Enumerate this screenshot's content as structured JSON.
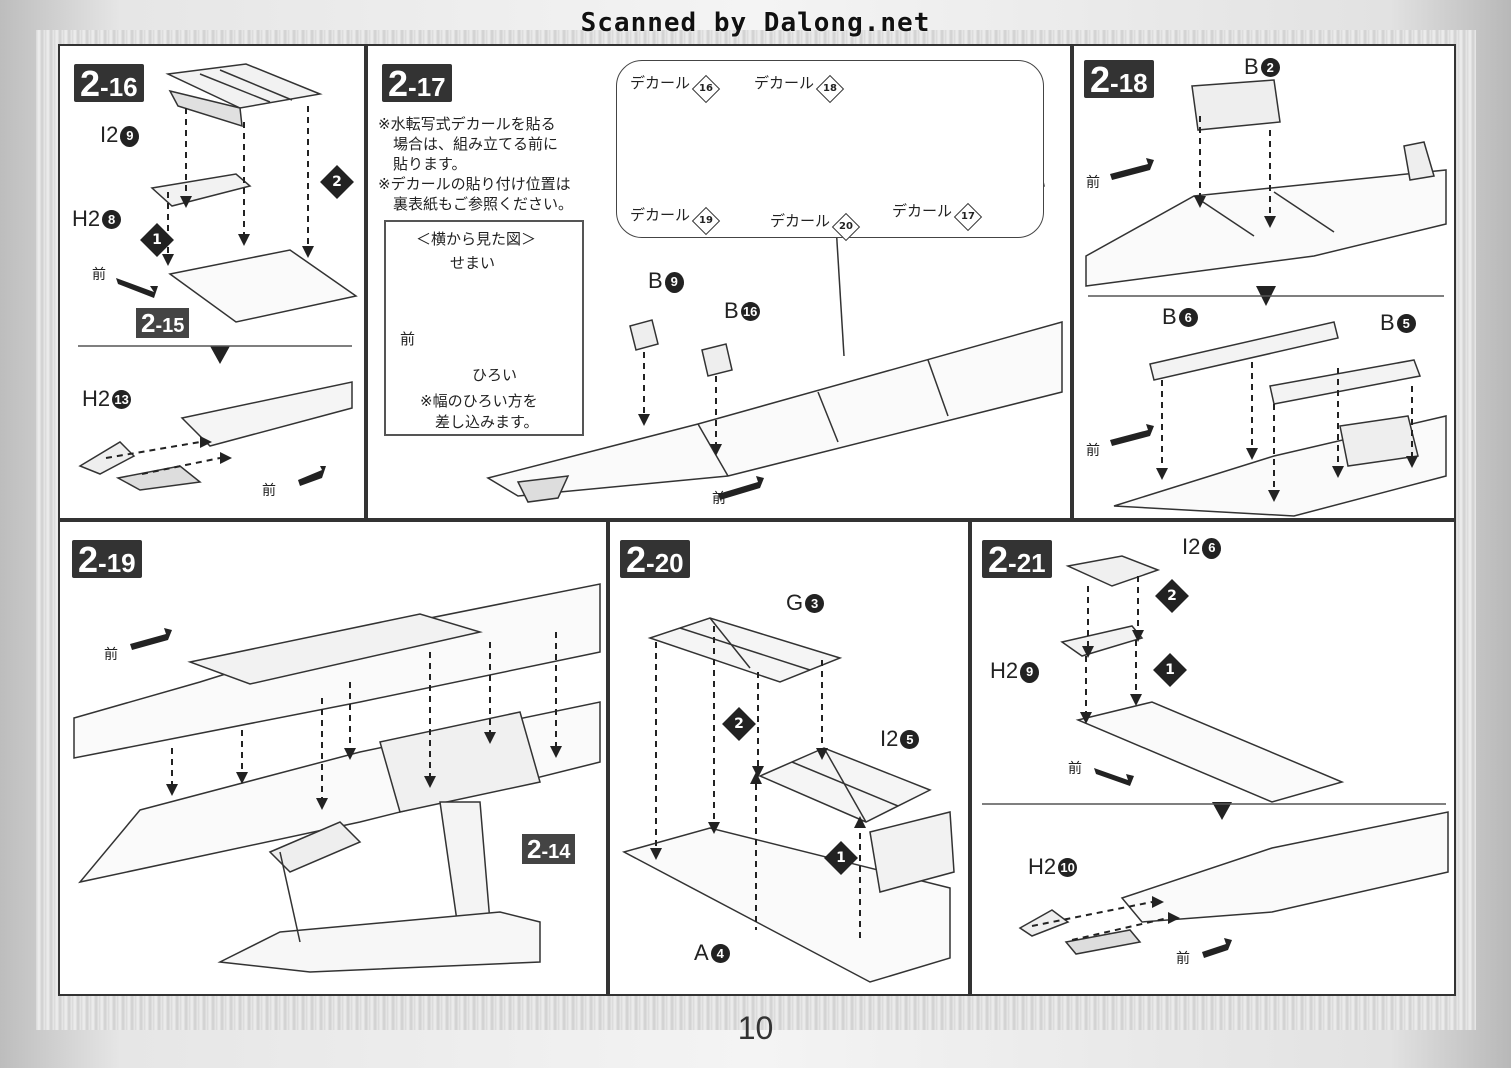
{
  "watermark": "Scanned by Dalong.net",
  "page_number": "10",
  "front_label": "前",
  "steps": {
    "s216": {
      "num": "2",
      "sub": "-16"
    },
    "s217": {
      "num": "2",
      "sub": "-17"
    },
    "s218": {
      "num": "2",
      "sub": "-18"
    },
    "s219": {
      "num": "2",
      "sub": "-19"
    },
    "s220": {
      "num": "2",
      "sub": "-20"
    },
    "s221": {
      "num": "2",
      "sub": "-21"
    }
  },
  "refs": {
    "r215": {
      "num": "2",
      "sub": "-15"
    },
    "r214": {
      "num": "2",
      "sub": "-14"
    }
  },
  "parts": {
    "p216_i2": {
      "label": "I2",
      "n": "9"
    },
    "p216_h2a": {
      "label": "H2",
      "n": "8"
    },
    "p216_h2b": {
      "label": "H2",
      "n": "13"
    },
    "p217_b9": {
      "label": "B",
      "n": "9"
    },
    "p217_b16": {
      "label": "B",
      "n": "16"
    },
    "p218_b2": {
      "label": "B",
      "n": "2"
    },
    "p218_b6": {
      "label": "B",
      "n": "6"
    },
    "p218_b5": {
      "label": "B",
      "n": "5"
    },
    "p220_g3": {
      "label": "G",
      "n": "3"
    },
    "p220_i2": {
      "label": "I2",
      "n": "5"
    },
    "p220_a4": {
      "label": "A",
      "n": "4"
    },
    "p221_i2": {
      "label": "I2",
      "n": "6"
    },
    "p221_h2a": {
      "label": "H2",
      "n": "9"
    },
    "p221_h2b": {
      "label": "H2",
      "n": "10"
    }
  },
  "sequence": [
    "1",
    "2"
  ],
  "step217_note": "※水転写式デカールを貼る\n　場合は、組み立てる前に\n　貼ります。\n※デカールの貼り付け位置は\n　裏表紙もご参照ください。",
  "side_view": {
    "title": "＜横から見た図＞",
    "narrow": "せまい",
    "wide": "ひろい",
    "note": "※幅のひろい方を\n　差し込みます。"
  },
  "decals": {
    "label": "デカール",
    "d16": "16",
    "d18": "18",
    "d19": "19",
    "d20": "20",
    "d17": "17"
  }
}
